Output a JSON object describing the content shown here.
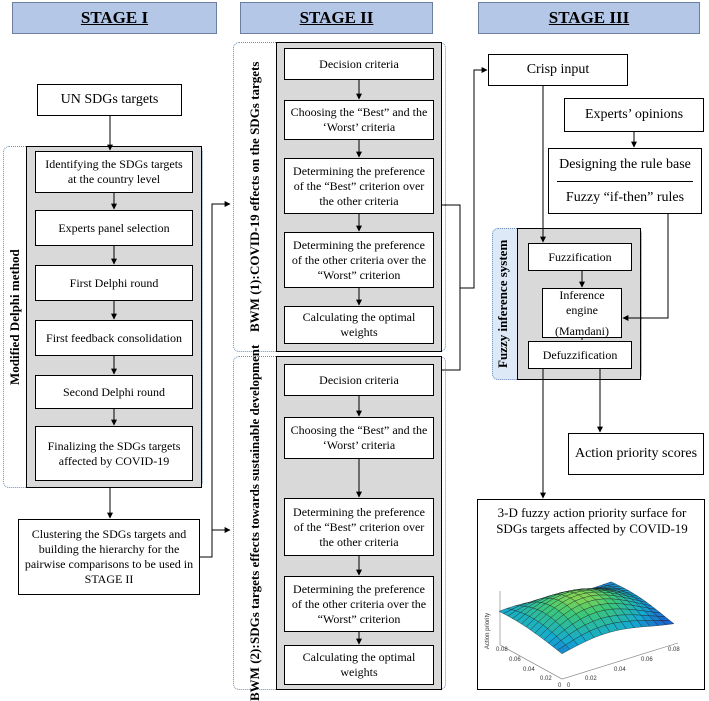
{
  "headers": {
    "stage1": "STAGE I",
    "stage2": "STAGE II",
    "stage3": "STAGE III"
  },
  "stage1": {
    "top_box": "UN SDGs targets",
    "side_label": "Modified Delphi method",
    "steps": [
      "Identifying the SDGs targets at the country level",
      "Experts panel selection",
      "First Delphi round",
      "First feedback consolidation",
      "Second Delphi round",
      "Finalizing the SDGs targets affected by COVID-19"
    ],
    "bottom_box": "Clustering the SDGs targets and building the hierarchy for the pairwise comparisons to be used in STAGE II"
  },
  "stage2": {
    "bwm1_label_line1": "BWM (1):",
    "bwm1_label_line2": "COVID-19 effects on the SDGs targets",
    "bwm2_label_line1": "BWM (2):",
    "bwm2_label_line2": "SDGs targets effects towards sustainable development",
    "steps": [
      "Decision criteria",
      "Choosing the “Best” and the ‘Worst’ criteria",
      "Determining the preference of the “Best” criterion over the other criteria",
      "Determining the preference of the other criteria over the “Worst” criterion",
      "Calculating the optimal weights"
    ]
  },
  "stage3": {
    "crisp_input": "Crisp input",
    "experts_opinions": "Experts’ opinions",
    "rule_base_title": "Designing the rule base",
    "rule_base_sub": "Fuzzy “if-then” rules",
    "fis_label": "Fuzzy inference system",
    "fuzzification": "Fuzzification",
    "inference_engine": "Inference engine",
    "mamdani": "(Mamdani)",
    "defuzzification": "Defuzzification",
    "action_priority": "Action priority scores",
    "plot_title": "3-D fuzzy action priority surface for SDGs targets affected by COVID-19",
    "plot_zlabel": "Action priority",
    "plot_left_ticks": [
      "0.08",
      "0.06",
      "0.04",
      "0.02",
      "0"
    ],
    "plot_right_ticks": [
      "0",
      "0.02",
      "0.04",
      "0.06",
      "0.08"
    ]
  },
  "colors": {
    "header_fill": "#b4c7e7",
    "grey_panel": "#d9d9d9",
    "fis_strip": "#dde9f7"
  }
}
